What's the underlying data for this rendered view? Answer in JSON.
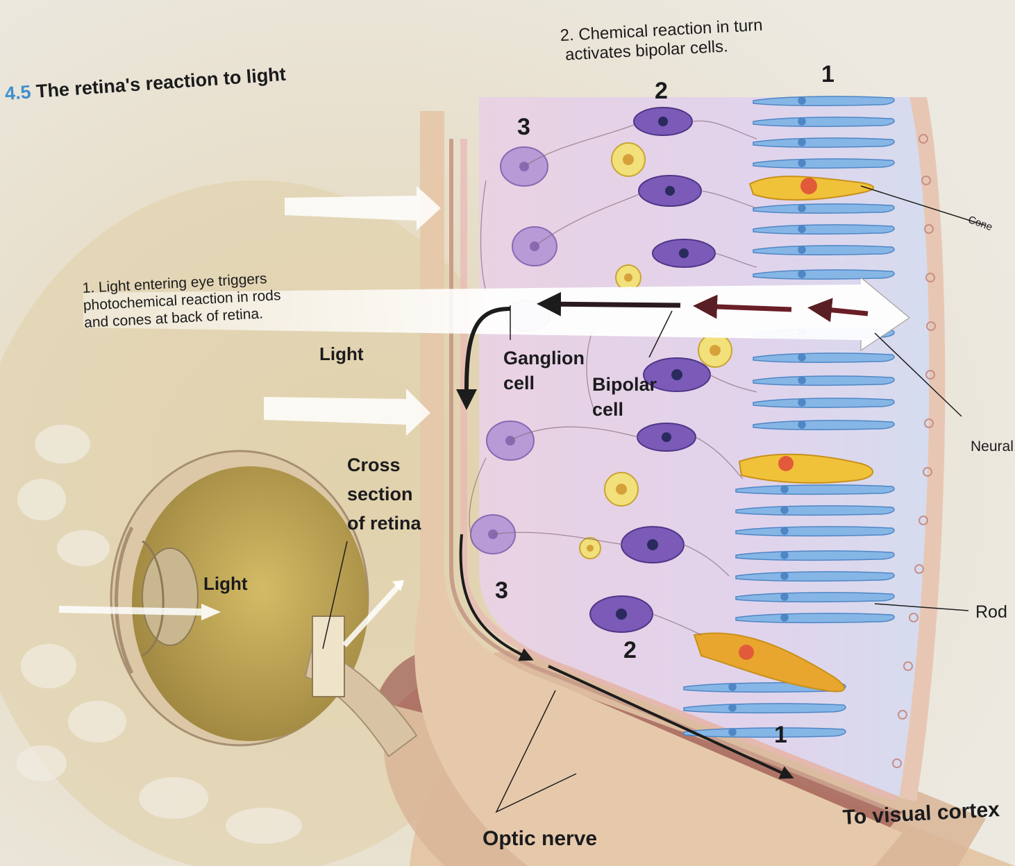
{
  "figure": {
    "number": "4.5",
    "title": "The retina's reaction to light"
  },
  "captions": {
    "step1": [
      "1. Light entering eye triggers",
      "photochemical reaction in rods",
      "and cones at back of retina."
    ],
    "step2": [
      "2. Chemical reaction in turn",
      "activates bipolar cells."
    ]
  },
  "labels": {
    "light_upper": "Light",
    "light_eye": "Light",
    "ganglion_cell": [
      "Ganglion",
      "cell"
    ],
    "bipolar_cell": [
      "Bipolar",
      "cell"
    ],
    "cross_section": [
      "Cross",
      "section",
      "of retina"
    ],
    "optic_nerve": "Optic nerve",
    "to_visual_cortex": "To visual cortex",
    "cone": "Cone",
    "neural": "Neural",
    "rod": "Rod"
  },
  "layer_numbers": {
    "top_1": "1",
    "top_2": "2",
    "top_3": "3",
    "bottom_3": "3",
    "bottom_2": "2",
    "bottom_1": "1"
  },
  "colors": {
    "figure_number": "#3f8fd0",
    "rod": "#7fb0e2",
    "cone": "#f0c23a",
    "bipolar": "#7b5ab8",
    "ganglion": "#b79ad6",
    "amacrine": "#f2e07a",
    "nerve": "#8a3a3a"
  }
}
